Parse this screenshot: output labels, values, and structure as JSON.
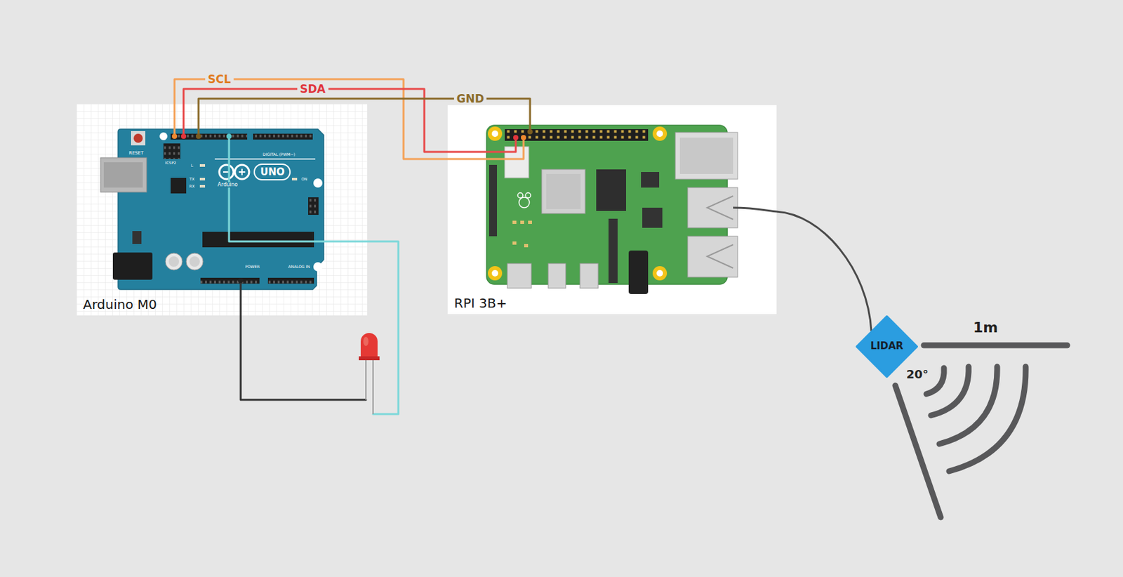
{
  "diagram": {
    "nodes": [
      {
        "text": [
          "Arduino M0"
        ]
      },
      {
        "text": [
          "RPI 3B+"
        ]
      },
      {
        "text": [
          "LIDAR"
        ]
      }
    ],
    "edges": [
      {
        "from": 0,
        "to": 1,
        "label": "SCL",
        "arrow": "none"
      },
      {
        "from": 0,
        "to": 1,
        "label": "SDA",
        "arrow": "none"
      },
      {
        "from": 0,
        "to": 1,
        "label": "GND",
        "arrow": "none"
      },
      {
        "from": 1,
        "to": 2,
        "arrow": "none"
      }
    ],
    "labels": [
      "RESET",
      "ICSP2",
      "L",
      "TX",
      "RX",
      "UNO",
      "Arduino",
      "DIGITAL (PWM~)",
      "ON",
      "POWER",
      "ANALOG IN",
      "1m",
      "20°"
    ]
  }
}
